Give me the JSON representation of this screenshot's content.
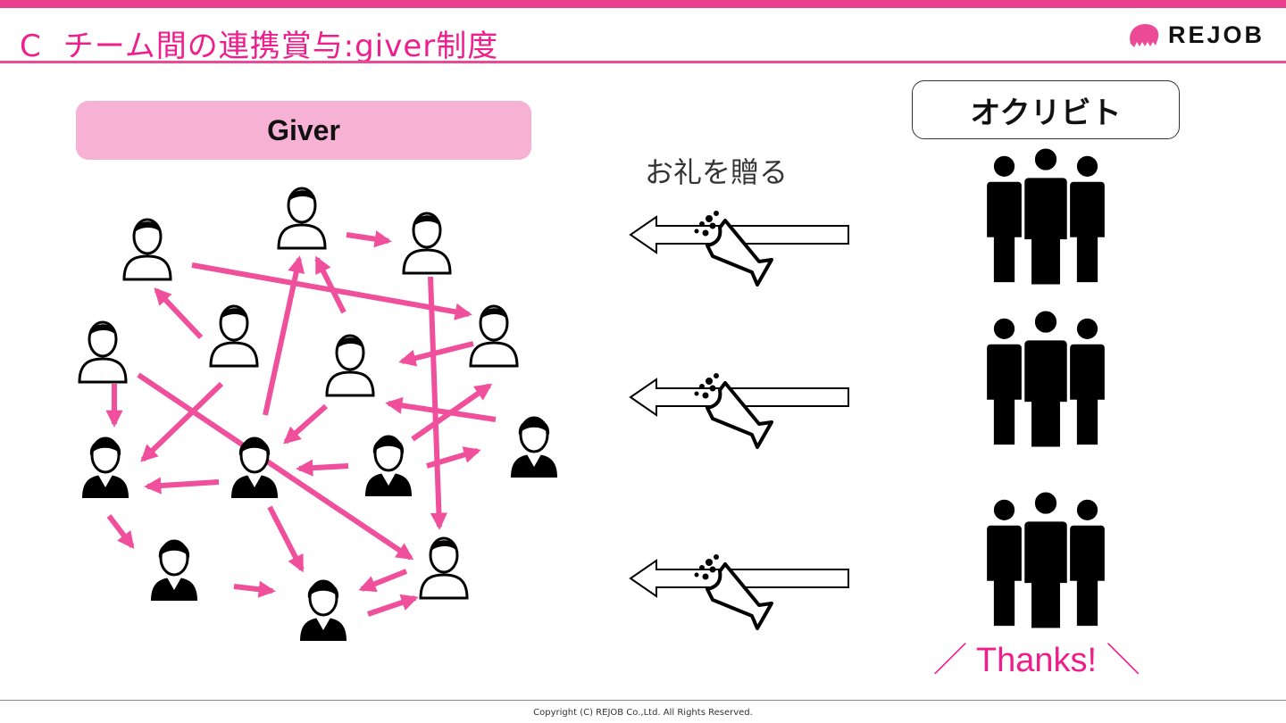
{
  "header": {
    "section_letter": "C",
    "title": "チーム間の連携賞与:giver制度",
    "logo_text": "REJOB"
  },
  "giver_panel": {
    "label": "Giver"
  },
  "center": {
    "gift_label": "お礼を贈る"
  },
  "receiver_panel": {
    "label": "オクリビト"
  },
  "thanks": "／ Thanks! ＼",
  "footer": {
    "copyright": "Copyright (C) REJOB Co.,Ltd. All Rights Reserved."
  },
  "colors": {
    "accent": "#ec3e8f",
    "banner": "#f6b1d4",
    "arrow": "#ef4f9b"
  }
}
